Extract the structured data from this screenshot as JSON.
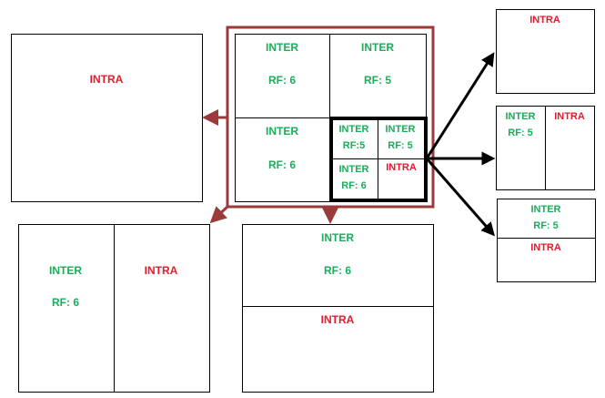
{
  "colors": {
    "inter": "#1aae5a",
    "intra": "#e8192c",
    "highlight_frame": "#9b3a3a",
    "outline": "#000000"
  },
  "source": {
    "top_left": {
      "mode": "INTER",
      "rf": "RF: 6"
    },
    "top_right": {
      "mode": "INTER",
      "rf": "RF: 5"
    },
    "bottom_left": {
      "mode": "INTER",
      "rf": "RF: 6"
    },
    "sub_block": {
      "top_left": {
        "mode": "INTER",
        "rf": "RF:5"
      },
      "top_right": {
        "mode": "INTER",
        "rf": "RF: 5"
      },
      "bottom_left": {
        "mode": "INTER",
        "rf": "RF: 6"
      },
      "bottom_right": {
        "mode": "INTRA"
      }
    }
  },
  "left_result": {
    "mode": "INTRA"
  },
  "bottom_left_result": {
    "left": {
      "mode": "INTER",
      "rf": "RF: 6"
    },
    "right": {
      "mode": "INTRA"
    }
  },
  "bottom_center_result": {
    "top": {
      "mode": "INTER",
      "rf": "RF: 6"
    },
    "bottom": {
      "mode": "INTRA"
    }
  },
  "right_results": [
    {
      "single": {
        "mode": "INTRA"
      }
    },
    {
      "left": {
        "mode": "INTER",
        "rf": "RF: 5"
      },
      "right": {
        "mode": "INTRA"
      }
    },
    {
      "top": {
        "mode": "INTER",
        "rf": "RF: 5"
      },
      "bottom": {
        "mode": "INTRA"
      }
    }
  ]
}
